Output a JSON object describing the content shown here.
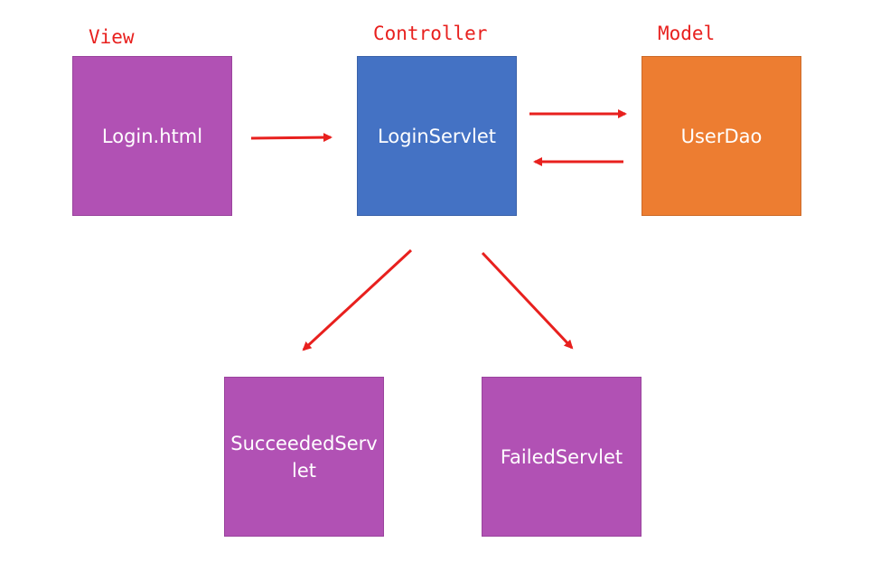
{
  "labels": {
    "view": "View",
    "controller": "Controller",
    "model": "Model"
  },
  "nodes": {
    "login_html": "Login.html",
    "login_servlet": "LoginServlet",
    "user_dao": "UserDao",
    "succeeded_servlet": "SucceededServlet",
    "failed_servlet": "FailedServlet"
  },
  "edges": [
    {
      "from": "login_html",
      "to": "login_servlet"
    },
    {
      "from": "login_servlet",
      "to": "user_dao"
    },
    {
      "from": "user_dao",
      "to": "login_servlet"
    },
    {
      "from": "login_servlet",
      "to": "succeeded_servlet"
    },
    {
      "from": "login_servlet",
      "to": "failed_servlet"
    }
  ],
  "colors": {
    "label_text": "#e8201e",
    "arrow": "#e8201e",
    "view_box": "#b151b4",
    "controller_box": "#4472c4",
    "model_box": "#ed7d31",
    "box_text": "#ffffff"
  }
}
